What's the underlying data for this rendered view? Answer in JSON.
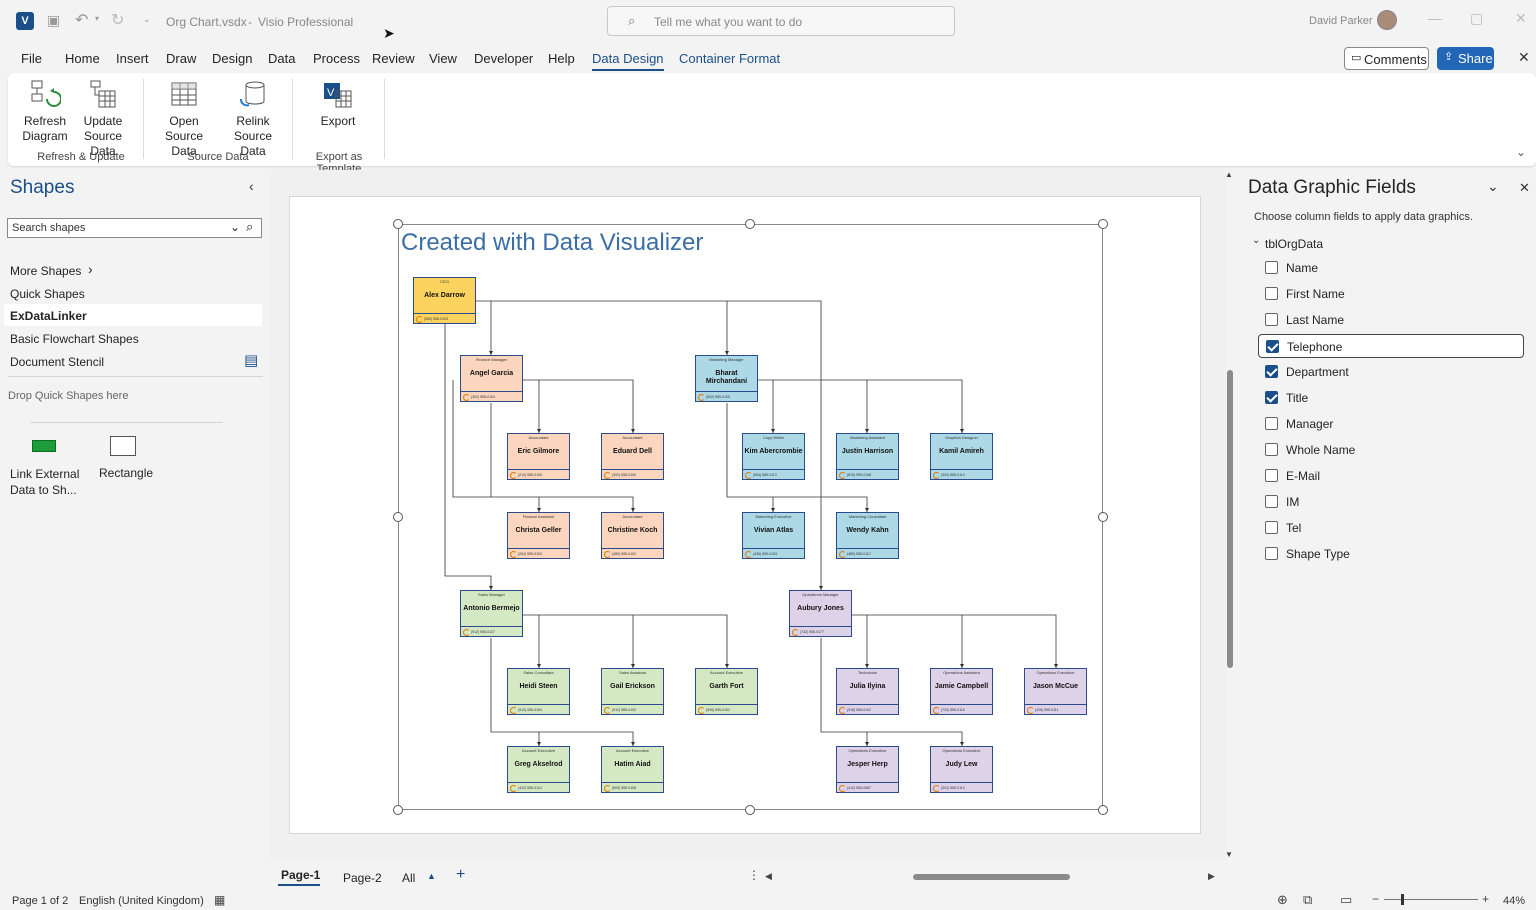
{
  "titlebar": {
    "doc_title": "Org Chart.vsdx",
    "separator": "-",
    "app_name": "Visio Professional",
    "search_placeholder": "Tell me what you want to do",
    "user_name": "David Parker"
  },
  "menu": {
    "items": [
      "File",
      "Home",
      "Insert",
      "Draw",
      "Design",
      "Data",
      "Process",
      "Review",
      "View",
      "Developer",
      "Help",
      "Data Design",
      "Container Format"
    ],
    "active": "Data Design",
    "comments_label": "Comments",
    "share_label": "Share"
  },
  "ribbon": {
    "refresh_diagram": "Refresh\nDiagram",
    "update_source_data": "Update\nSource Data",
    "open_source_data": "Open\nSource Data",
    "relink_source_data": "Relink\nSource Data",
    "export": "Export",
    "group_refresh": "Refresh & Update",
    "group_source": "Source Data",
    "group_export": "Export as Template"
  },
  "shapes_pane": {
    "title": "Shapes",
    "search_placeholder": "Search shapes",
    "more_shapes": "More Shapes",
    "quick_shapes": "Quick Shapes",
    "stencils": [
      "ExDataLinker",
      "Basic Flowchart Shapes",
      "Document Stencil"
    ],
    "selected_stencil": "ExDataLinker",
    "drop_hint": "Drop Quick Shapes here",
    "shape1_label": "Link External Data to Sh...",
    "shape2_label": "Rectangle"
  },
  "diagram": {
    "title": "Created with Data Visualizer",
    "nodes": [
      {
        "id": "ceo",
        "title": "CEO",
        "name": "Alex Darrow",
        "phone": "(360) 555-0103",
        "dept": "ceo"
      },
      {
        "id": "fm",
        "title": "Finance Manager",
        "name": "Angel Garcia",
        "phone": "(302) 555-0104",
        "dept": "fin"
      },
      {
        "id": "mm",
        "title": "Marketing Manager",
        "name": "Bharat Mirchandani",
        "phone": "(502) 555-0105",
        "dept": "mkt"
      },
      {
        "id": "a1",
        "title": "Accountant",
        "name": "Eric Gilmore",
        "phone": "(213) 555-0100",
        "dept": "fin"
      },
      {
        "id": "a2",
        "title": "Accountant",
        "name": "Eduard Dell",
        "phone": "(302) 555-0106",
        "dept": "fin"
      },
      {
        "id": "cw",
        "title": "Copy Writer",
        "name": "Kim Abercrombie",
        "phone": "(954) 555-0113",
        "dept": "mkt"
      },
      {
        "id": "ma",
        "title": "Marketing Assistant",
        "name": "Justin Harrison",
        "phone": "(813) 555-0108",
        "dept": "mkt"
      },
      {
        "id": "gd",
        "title": "Graphics Designer",
        "name": "Kamil Amireh",
        "phone": "(302) 555-0114",
        "dept": "mkt"
      },
      {
        "id": "fa",
        "title": "Finance Assistant",
        "name": "Christa Geller",
        "phone": "(262) 555-0100",
        "dept": "fin"
      },
      {
        "id": "a3",
        "title": "Accountant",
        "name": "Christine Koch",
        "phone": "(480) 555-0102",
        "dept": "fin"
      },
      {
        "id": "me",
        "title": "Marketing Executive",
        "name": "Vivian Atlas",
        "phone": "(435) 555-0103",
        "dept": "mkt"
      },
      {
        "id": "mc",
        "title": "Marketing Consultant",
        "name": "Wendy Kahn",
        "phone": "(480) 555-0112",
        "dept": "mkt"
      },
      {
        "id": "sm",
        "title": "Sales Manager",
        "name": "Antonio Bermejo",
        "phone": "(912) 555-0107",
        "dept": "sal"
      },
      {
        "id": "om",
        "title": "Operations Manager",
        "name": "Aubury Jones",
        "phone": "(732) 555-0177",
        "dept": "ops"
      },
      {
        "id": "sc",
        "title": "Sales Consultant",
        "name": "Heidi Steen",
        "phone": "(912) 555-0104",
        "dept": "sal"
      },
      {
        "id": "sa",
        "title": "Sales Assistant",
        "name": "Gail Erickson",
        "phone": "(912) 555-0102",
        "dept": "sal"
      },
      {
        "id": "ae",
        "title": "Account Executive",
        "name": "Garth Fort",
        "phone": "(539) 555-0101",
        "dept": "sal"
      },
      {
        "id": "te",
        "title": "Technician",
        "name": "Julia Ilyina",
        "phone": "(918) 555-0102",
        "dept": "ops"
      },
      {
        "id": "oa",
        "title": "Operations Assistant",
        "name": "Jamie Campbell",
        "phone": "(732) 555-0115",
        "dept": "ops"
      },
      {
        "id": "oe",
        "title": "Operations Executive",
        "name": "Jason McCue",
        "phone": "(425) 555-0111",
        "dept": "ops"
      },
      {
        "id": "ae2",
        "title": "Account Executive",
        "name": "Greg Akselrod",
        "phone": "(422) 555-0124",
        "dept": "sal"
      },
      {
        "id": "ae3",
        "title": "Account Executive",
        "name": "Hatim Aiad",
        "phone": "(509) 555-0108",
        "dept": "sal"
      },
      {
        "id": "oe2",
        "title": "Operations Executive",
        "name": "Jesper Herp",
        "phone": "(412) 555-0087",
        "dept": "ops"
      },
      {
        "id": "oe3",
        "title": "Operations Executive",
        "name": "Judy Lew",
        "phone": "(302) 555-0114",
        "dept": "ops"
      }
    ]
  },
  "data_graphic_fields": {
    "title": "Data Graphic Fields",
    "description": "Choose column fields to apply data graphics.",
    "table": "tblOrgData",
    "fields": [
      {
        "label": "Name",
        "checked": false
      },
      {
        "label": "First Name",
        "checked": false
      },
      {
        "label": "Last Name",
        "checked": false
      },
      {
        "label": "Telephone",
        "checked": true
      },
      {
        "label": "Department",
        "checked": true
      },
      {
        "label": "Title",
        "checked": true
      },
      {
        "label": "Manager",
        "checked": false
      },
      {
        "label": "Whole Name",
        "checked": false
      },
      {
        "label": "E-Mail",
        "checked": false
      },
      {
        "label": "IM",
        "checked": false
      },
      {
        "label": "Tel",
        "checked": false
      },
      {
        "label": "Shape Type",
        "checked": false
      }
    ],
    "focused_field": "Telephone"
  },
  "page_tabs": {
    "tabs": [
      "Page-1",
      "Page-2"
    ],
    "active": "Page-1",
    "all_label": "All"
  },
  "status": {
    "page_info": "Page 1 of 2",
    "language": "English (United Kingdom)",
    "zoom": "44%"
  },
  "colors": {
    "accent": "#1b4f8a",
    "share_bg": "#2266b8",
    "ceo": "#fcd35e",
    "finance": "#fbd5bd",
    "marketing": "#add8e6",
    "sales": "#d5e8c4",
    "operations": "#ddd2e8"
  }
}
